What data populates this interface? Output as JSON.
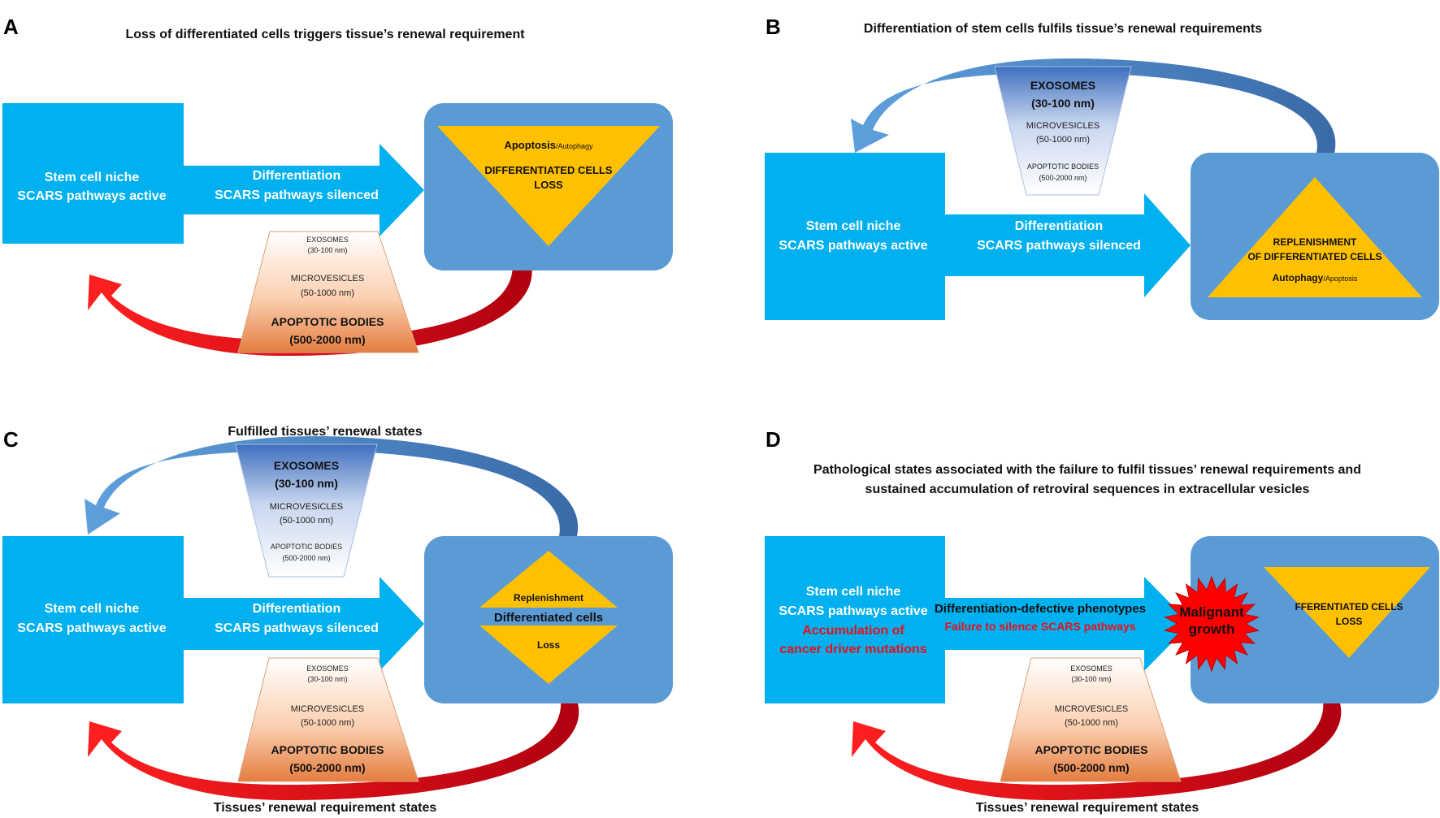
{
  "panels": {
    "a": {
      "label": "A",
      "title": "Loss of differentiated cells triggers tissue’s renewal requirement",
      "niche": [
        "Stem cell niche",
        "SCARS pathways active"
      ],
      "arrow": [
        "Differentiation",
        "SCARS pathways silenced"
      ],
      "triangle": {
        "main": "Apoptosis",
        "small": "/Autophagy",
        "line2": "DIFFERENTIATED CELLS",
        "line3": "LOSS"
      },
      "ev": [
        "EXOSOMES",
        "(30-100 nm)",
        "MICROVESICLES",
        "(50-1000 nm)",
        "APOPTOTIC BODIES",
        "(500-2000 nm)"
      ]
    },
    "b": {
      "label": "B",
      "title": "Differentiation of stem cells fulfils tissue’s renewal requirements",
      "niche": [
        "Stem cell niche",
        "SCARS pathways active"
      ],
      "arrow": [
        "Differentiation",
        "SCARS pathways silenced"
      ],
      "triangle": {
        "line1": "REPLENISHMENT",
        "line2": "OF DIFFERENTIATED CELLS",
        "main": "Autophagy",
        "small": "/Apoptosis"
      },
      "ev": [
        "EXOSOMES",
        "(30-100 nm)",
        "MICROVESICLES",
        "(50-1000 nm)",
        "APOPTOTIC BODIES",
        "(500-2000 nm)"
      ]
    },
    "c": {
      "label": "C",
      "title": "Fulfilled tissues’ renewal states",
      "bottom": "Tissues’ renewal requirement states",
      "niche": [
        "Stem cell niche",
        "SCARS pathways active"
      ],
      "arrow": [
        "Differentiation",
        "SCARS pathways silenced"
      ],
      "diamond": {
        "top": "Replenishment",
        "mid": "Differentiated cells",
        "bottom": "Loss"
      },
      "ev_top": [
        "EXOSOMES",
        "(30-100 nm)",
        "MICROVESICLES",
        "(50-1000 nm)",
        "APOPTOTIC BODIES",
        "(500-2000 nm)"
      ],
      "ev_bottom": [
        "EXOSOMES",
        "(30-100 nm)",
        "MICROVESICLES",
        "(50-1000 nm)",
        "APOPTOTIC BODIES",
        "(500-2000 nm)"
      ]
    },
    "d": {
      "label": "D",
      "title1": "Pathological states associated with the failure to fulfil tissues’ renewal requirements and",
      "title2": "sustained accumulation of retroviral sequences in extracellular vesicles",
      "bottom": "Tissues’ renewal requirement states",
      "niche": [
        "Stem cell niche",
        "SCARS pathways active"
      ],
      "niche_red": [
        "Accumulation of",
        "cancer driver mutations"
      ],
      "arrow": "Differentiation-defective phenotypes",
      "arrow_red": "Failure to silence SCARS pathways",
      "burst": [
        "Malignant",
        "growth"
      ],
      "triangle": [
        "FFERENTIATED CELLS",
        "LOSS"
      ],
      "ev": [
        "EXOSOMES",
        "(30-100 nm)",
        "MICROVESICLES",
        "(50-1000 nm)",
        "APOPTOTIC BODIES",
        "(500-2000 nm)"
      ]
    }
  },
  "colors": {
    "niche_blue": "#00b0ef",
    "tissue_blue": "#5b9bd5",
    "triangle_orange": "#ffc000",
    "feedback_red": "#e8101b",
    "feedback_blue": "#4f89c8",
    "burst_red": "#ff0000"
  }
}
